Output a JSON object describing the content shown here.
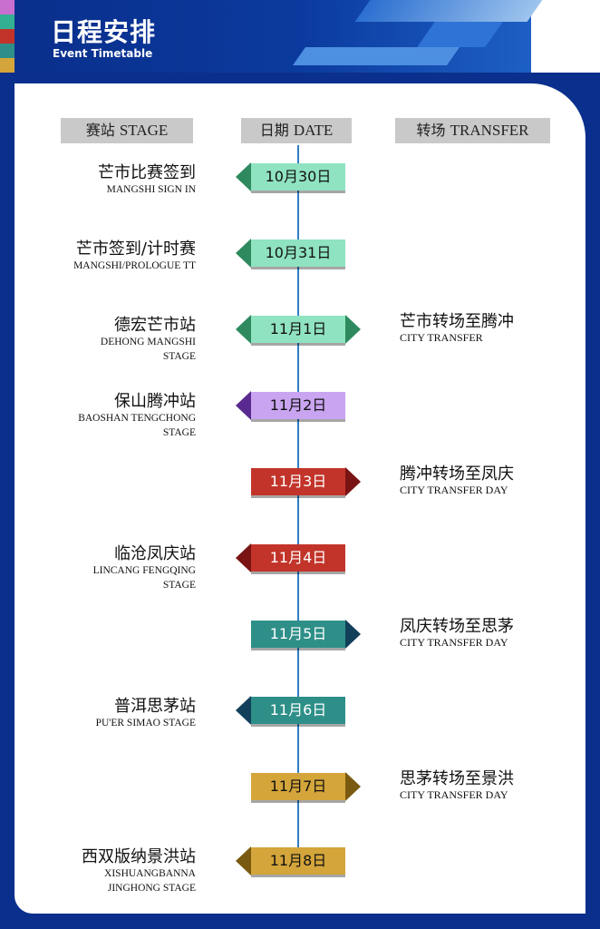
{
  "header": {
    "title": "日程安排",
    "subtitle": "Event Timetable"
  },
  "columns": {
    "stage_zh": "赛站",
    "stage_en": "STAGE",
    "date_zh": "日期",
    "date_en": "DATE",
    "transfer_zh": "转场",
    "transfer_en": "TRANSFER"
  },
  "colors": {
    "navy": "#0a2f8c",
    "light_green": "#8fe3c1",
    "lavender": "#c9a4f0",
    "red": "#c2342a",
    "teal": "#2d8f88",
    "gold": "#d4a53a"
  },
  "schedule": [
    {
      "date": "10月30日",
      "stage_zh": "芒市比赛签到",
      "stage_en": [
        "MANGSHI SIGN IN"
      ],
      "transfer_zh": "",
      "transfer_en": ""
    },
    {
      "date": "10月31日",
      "stage_zh": "芒市签到/计时赛",
      "stage_en": [
        "MANGSHI/PROLOGUE TT"
      ],
      "transfer_zh": "",
      "transfer_en": ""
    },
    {
      "date": "11月1日",
      "stage_zh": "德宏芒市站",
      "stage_en": [
        "DEHONG MANGSHI",
        "STAGE"
      ],
      "transfer_zh": "芒市转场至腾冲",
      "transfer_en": "CITY TRANSFER"
    },
    {
      "date": "11月2日",
      "stage_zh": "保山腾冲站",
      "stage_en": [
        "BAOSHAN TENGCHONG",
        "STAGE"
      ],
      "transfer_zh": "",
      "transfer_en": ""
    },
    {
      "date": "11月3日",
      "stage_zh": "",
      "stage_en": [],
      "transfer_zh": "腾冲转场至凤庆",
      "transfer_en": "CITY TRANSFER DAY"
    },
    {
      "date": "11月4日",
      "stage_zh": "临沧凤庆站",
      "stage_en": [
        "LINCANG FENGQING",
        "STAGE"
      ],
      "transfer_zh": "",
      "transfer_en": ""
    },
    {
      "date": "11月5日",
      "stage_zh": "",
      "stage_en": [],
      "transfer_zh": "凤庆转场至思茅",
      "transfer_en": "CITY TRANSFER DAY"
    },
    {
      "date": "11月6日",
      "stage_zh": "普洱思茅站",
      "stage_en": [
        "PU'ER SIMAO STAGE"
      ],
      "transfer_zh": "",
      "transfer_en": ""
    },
    {
      "date": "11月7日",
      "stage_zh": "",
      "stage_en": [],
      "transfer_zh": "思茅转场至景洪",
      "transfer_en": "CITY TRANSFER DAY"
    },
    {
      "date": "11月8日",
      "stage_zh": "西双版纳景洪站",
      "stage_en": [
        "XISHUANGBANNA",
        "JINGHONG STAGE"
      ],
      "transfer_zh": "",
      "transfer_en": ""
    }
  ]
}
